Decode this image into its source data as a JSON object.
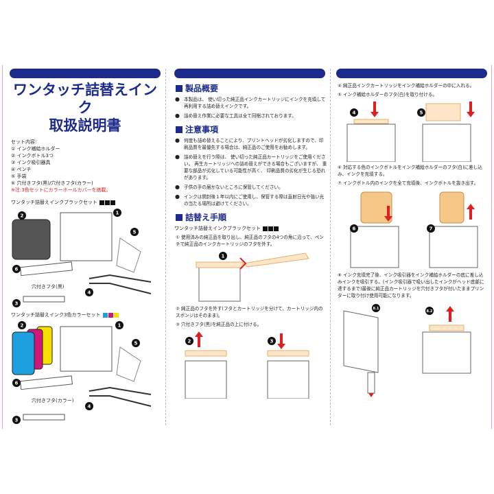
{
  "left": {
    "title1": "ワンタッチ詰替えインク",
    "title2": "取扱説明書",
    "contents_label": "セット内容:",
    "contents": [
      "① インク補給ホルダー",
      "② インクボトル3つ",
      "③ インク吸引器具",
      "④ ペンチ",
      "⑤ 手袋",
      "⑥ 穴付きフタ(黒)/穴付きフタ(カラー)"
    ],
    "note": "※注:3色セットにカラーホールカバーを搭載。",
    "black_set": "ワンタッチ詰替えインクブラックセット",
    "color_set": "ワンタッチ詰替えインク3色カラーセット",
    "lid_black": "穴付きフタ(黒)",
    "lid_color": "穴付きフタ(カラー)",
    "nums": [
      "1",
      "2",
      "3",
      "4",
      "5",
      "6"
    ]
  },
  "middle": {
    "h_overview": "製品概要",
    "overview": [
      "本製品は、 使い切った純正品インクカートリッジにインクを充填して再利用する詰め替えインクです。",
      "詰め替え作業に必要な工具は全て同梱されております。"
    ],
    "h_caution": "注意事項",
    "caution": [
      "何度も詰め替えることにより、プリントヘッドが劣化しますので、印刷品質を最優先する場合は、純正品のご使用をお勧めします。",
      "詰め替えを行う際は、 使い切った純正品カートリッジをご使用ください。 再生カートリッジへの詰め替えができる場合もございますが、 重要な部品が劣化している可能性が高く、 印刷品質の劣化が生じる恐れがあります。",
      "子供の手の届かないところに保管してください。",
      "インクは開封後１年以内にご使用し、保管する際は直射日光や強い光の当たる場所は避けてください。"
    ],
    "h_steps": "詰替え手順",
    "black_set": "ワンタッチ詰替えインクブラックセット",
    "step1": "① 使用済みの純正品を取り出し、純正品のフタの4つの角に沿って、ペンチで純正品のインクカートリッジのフタを外す。",
    "step2": "② 純正品のフタを外す(フタとカートリッジを分けて、カートリッジ内のスポンジはそのまま)。",
    "step3": "③ 穴付きフタ(黒)を純正品の上に付ける。",
    "nums": [
      "1",
      "2",
      "3"
    ]
  },
  "right": {
    "step4": "④ 純正品インクカートリッジをインク補給ホルダーの中に入れる。",
    "step5": "⑤ インク補給ホルダーのフタ(白)を取り付ける。",
    "step6": "⑥ 対応する色のインクボトルをインク補給ホルダーのフタ(白)に差し込み、インクを充填する。",
    "step7": "⑦ インクボトル内のインクを全て充填後、インクボトルを抜き出す。",
    "step8": "⑧ インク充填完了後、インク吸引器をインク補給ホルダーの底に差し込みインクを吸引する。(インク吸引器で吸い出したインクがヘッド底部に達するまで)最後に純正品カートリッジを穴付きフタが付いたままプリンターに取り付け使用可能になります。",
    "nums": [
      "4",
      "5",
      "6",
      "7",
      "8.1",
      "8.2"
    ]
  },
  "colors": {
    "navy": "#1c2a8c",
    "red": "#e02020",
    "cyan": "#1ea0e0",
    "magenta": "#d0187a",
    "yellow": "#f5e000",
    "orange": "#f0c080"
  }
}
